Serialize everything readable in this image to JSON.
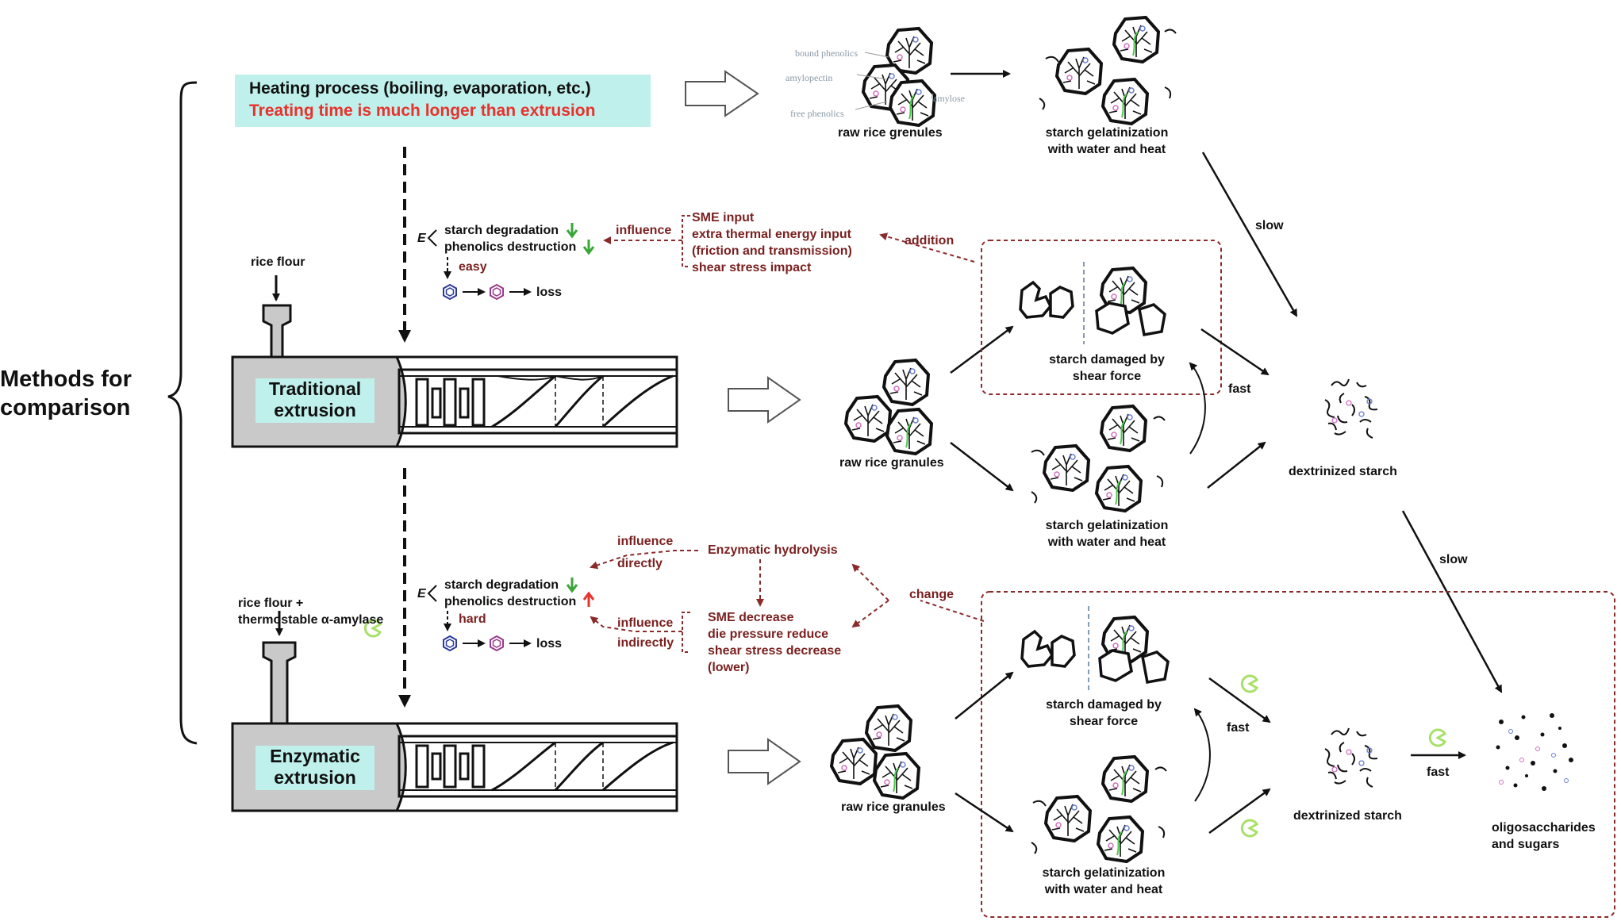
{
  "methods_label": [
    "Methods for",
    "comparison"
  ],
  "heating": {
    "line1": "Heating process (boiling, evaporation, etc.)",
    "line2": "Treating time is much longer than extrusion"
  },
  "traditional": {
    "feed_label": "rice flour",
    "extruder_label": [
      "Traditional",
      "extrusion"
    ],
    "effects": {
      "e_symbol": "E",
      "line1": "starch degradation",
      "line2": "phenolics destruction",
      "ease": "easy",
      "loss": "loss",
      "influence": "influence",
      "causes": [
        "SME input",
        "extra thermal energy input",
        "(friction and transmission)",
        "shear stress impact"
      ],
      "addition": "addition"
    }
  },
  "enzymatic": {
    "feed_label": [
      "rice flour +",
      "thermostable α-amylase"
    ],
    "extruder_label": [
      "Enzymatic",
      "extrusion"
    ],
    "effects": {
      "e_symbol": "E",
      "line1": "starch degradation",
      "line2": "phenolics destruction",
      "ease": "hard",
      "loss": "loss",
      "influence_directly": [
        "influence",
        "directly"
      ],
      "influence_indirectly": [
        "influence",
        "indirectly"
      ],
      "hydrolysis": "Enzymatic hydrolysis",
      "causes": [
        "SME decrease",
        "die pressure reduce",
        "shear stress decrease",
        "(lower)"
      ],
      "change": "change"
    }
  },
  "granule_labels": {
    "bound_phenolics": "bound phenolics",
    "amylopectin": "amylopectin",
    "free_phenolics": "free phenolics",
    "amylose": "amylose"
  },
  "stages": {
    "raw_grenules": "raw rice grenules",
    "raw_granules": "raw rice granules",
    "gelatinization": [
      "starch gelatinization",
      "with water and heat"
    ],
    "damaged": [
      "starch damaged by",
      "shear force"
    ],
    "dextrinized": "dextrinized starch",
    "oligo": [
      "oligosaccharides",
      "and sugars"
    ]
  },
  "rates": {
    "slow": "slow",
    "fast": "fast"
  },
  "colors": {
    "cyan_box": "#bff0ec",
    "dark_red": "#8b2a2a",
    "red_text": "#e8322d",
    "green": "#3aa63a",
    "enzyme_green": "#a8e06a",
    "extruder_gray": "#c9c9c9"
  },
  "icons": [
    "brace-icon",
    "hollow-arrow-icon",
    "hexagon-phenolic-icon",
    "pacman-enzyme-icon",
    "screw-extruder-icon",
    "hopper-icon",
    "granule-icon"
  ]
}
